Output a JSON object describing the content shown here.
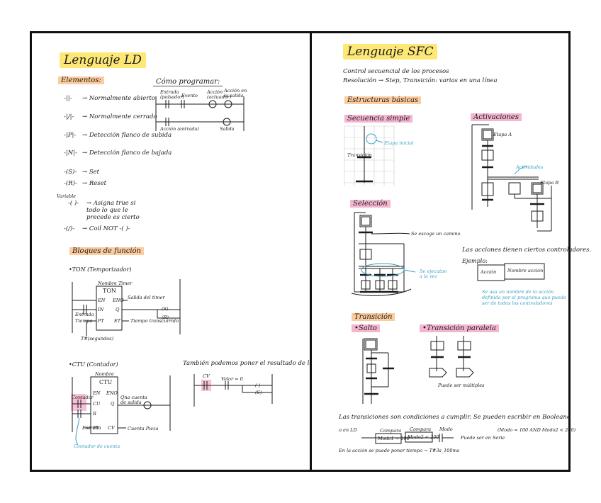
{
  "left": {
    "title": "Lenguaje LD",
    "elements": {
      "heading": "Elementos:",
      "items": [
        {
          "symbol": "-||-",
          "text": "→ Normalmente abierto"
        },
        {
          "symbol": "-|/|-",
          "text": "→ Normalmente cerrado"
        },
        {
          "symbol": "-|P|-",
          "text": "→ Detección flanco de subida"
        },
        {
          "symbol": "-|N|-",
          "text": "→ Detección flanco de bajada"
        },
        {
          "symbol": "-(S)-",
          "text": "→ Set"
        },
        {
          "symbol": "-(R)-",
          "text": "→ Reset"
        },
        {
          "symbol": "-( )-",
          "text": "→ Asigna true si todo lo que le precede es cierto"
        },
        {
          "symbol": "-(/)-",
          "text": "→ Coil NOT -( )-"
        }
      ],
      "side_label": "Variable"
    },
    "how": {
      "heading": "Cómo programar:",
      "labels": [
        "Entrada (pulsador)",
        "Evento",
        "Acción (actuador)",
        "Acción en la salida",
        "Acción (entrada)",
        "Salida"
      ]
    },
    "blocks": {
      "heading": "Bloques de función",
      "ton": {
        "title": "•TON (Temporizador)",
        "block_name": "TON",
        "instance": "Nombre Timer",
        "pins_left": [
          "EN",
          "IN",
          "PT"
        ],
        "pins_right": [
          "ENO",
          "Q",
          "ET"
        ],
        "labels": [
          "Salida del timer",
          "Entrada",
          "Tiempo transcurrido",
          "Tiempo"
        ],
        "coils": [
          "(S)",
          "(R)"
        ],
        "pt_note": "T#(segundos)"
      },
      "ctu": {
        "title": "•CTU (Contador)",
        "block_name": "CTU",
        "instance": "Nombre",
        "pins_left": [
          "EN",
          "CU",
          "R",
          "PV"
        ],
        "pins_right": [
          "ENO",
          "Q",
          "CV"
        ],
        "labels": [
          "Qna cuenta de salida",
          "Contador",
          "Entrada",
          "Contador de cuenta",
          "Cuenta Pieza"
        ]
      },
      "note": "También podemos poner el resultado de las salidas así:",
      "note_labels": [
        "CV",
        "Valor = 0"
      ],
      "note_coils": [
        "( )",
        "(S)"
      ]
    }
  },
  "right": {
    "title": "Lenguaje SFC",
    "intro": [
      "Control secuencial de los procesos",
      "Resolución → Step, Transición: varias en una línea"
    ],
    "structures": {
      "heading": "Estructuras básicas",
      "secuencia": {
        "title": "Secuencia simple",
        "labels": [
          "Etapa inicial",
          "Transición"
        ]
      },
      "activacion": {
        "title": "Activaciones",
        "labels": [
          "Etapa A",
          "Actividades",
          "Etapa B"
        ]
      },
      "seleccion": {
        "title": "Selección",
        "labels": [
          "Se escoge un camino",
          "Se ejecutan a la vez"
        ]
      }
    },
    "actions": {
      "text": "Las acciones tienen ciertos controladores.",
      "example": "Ejemplo:",
      "boxes": [
        "Acción",
        "Nombre acción"
      ],
      "note": "Se usa un nombre de la acción definida por el programa que puede ser de todos los controladores"
    },
    "transitions": {
      "heading": "Transición",
      "salto": "•Salto",
      "paralelo": "•Transición paralela",
      "paralelo_note": "Puede ser múltiples",
      "text": "Las transiciones son condiciones a cumplir. Se pueden escribir en Booleano",
      "ld": "o en LD",
      "cond": "(Modo = 100 AND Modo2 < 200)",
      "boxes": [
        "Compara",
        "Compara",
        "Modo"
      ],
      "box_values": [
        "Modo1 = 100",
        "Modo2 < 200"
      ],
      "ld_note": "Puede ser en Serie",
      "footer": "En la acción se puede poner tiempo → T#3s_100ms"
    }
  },
  "colors": {
    "yellow": "#fde047",
    "orange": "#fbb06b",
    "pink": "#f096be",
    "blue_ink": "#3a9fc4",
    "ink": "#1a1a1a"
  }
}
